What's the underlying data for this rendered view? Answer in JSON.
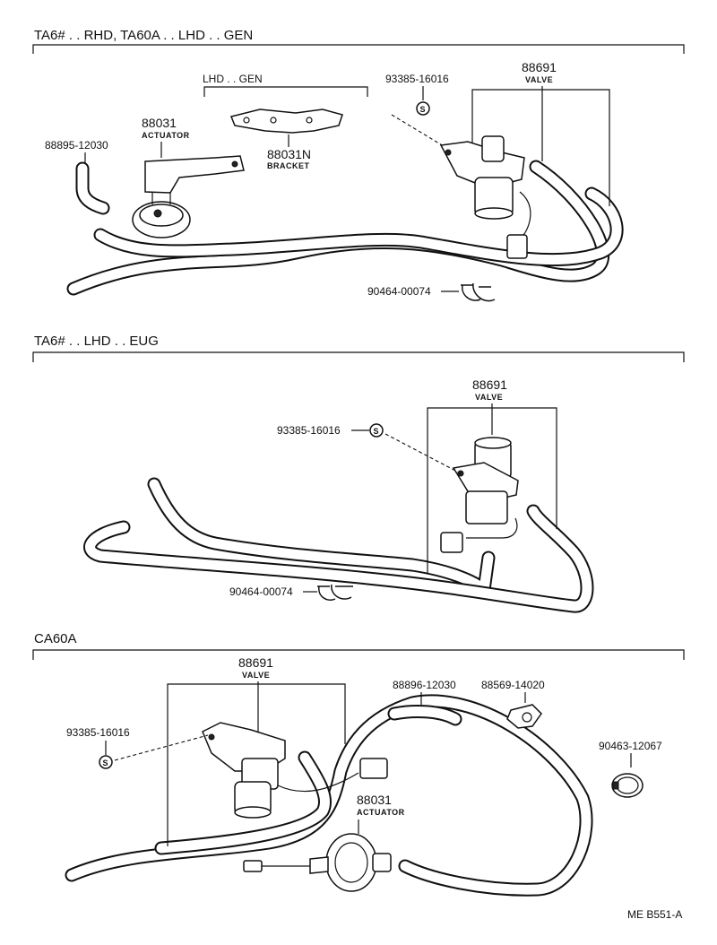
{
  "sections": {
    "s1": {
      "header": "TA6# . . RHD, TA60A . . LHD . . GEN",
      "sub_header": "LHD . . GEN",
      "parts": {
        "p88895": "88895-12030",
        "p88031": "88031",
        "p88031_name": "ACTUATOR",
        "p88031N": "88031N",
        "p88031N_name": "BRACKET",
        "p93385": "93385-16016",
        "p88691": "88691",
        "p88691_name": "VALVE",
        "p90464": "90464-00074"
      }
    },
    "s2": {
      "header": "TA6# . . LHD . . EUG",
      "parts": {
        "p88691": "88691",
        "p88691_name": "VALVE",
        "p93385": "93385-16016",
        "p90464": "90464-00074"
      }
    },
    "s3": {
      "header": "CA60A",
      "parts": {
        "p88691": "88691",
        "p88691_name": "VALVE",
        "p88896": "88896-12030",
        "p88569": "88569-14020",
        "p93385": "93385-16016",
        "p90463": "90463-12067",
        "p88031": "88031",
        "p88031_name": "ACTUATOR"
      }
    }
  },
  "symbol": "S",
  "footer_code": "ME  B551-A"
}
